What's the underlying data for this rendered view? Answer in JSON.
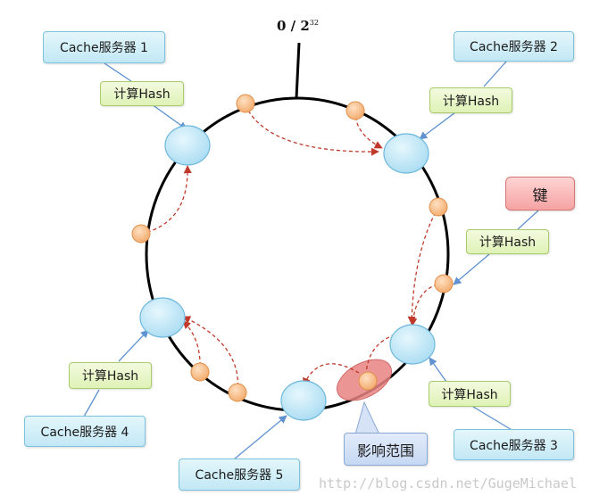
{
  "ring": {
    "top_label": "0 / 2",
    "top_label_exp": "32"
  },
  "cache_servers": [
    {
      "id": 1,
      "label": "Cache服务器 1"
    },
    {
      "id": 2,
      "label": "Cache服务器 2"
    },
    {
      "id": 3,
      "label": "Cache服务器 3"
    },
    {
      "id": 4,
      "label": "Cache服务器 4"
    },
    {
      "id": 5,
      "label": "Cache服务器 5"
    }
  ],
  "hash_label": "计算Hash",
  "key_label": "键",
  "range_label": "影响范围",
  "watermark": "http://blog.csdn.net/GugeMichael",
  "colors": {
    "ring": "#000000",
    "server_node": "#bfe8f8",
    "key_node": "#fbc08e",
    "arrow_blue": "#5f92cf",
    "arrow_red_dashed": "#c0392b",
    "highlight": "#e98383"
  }
}
